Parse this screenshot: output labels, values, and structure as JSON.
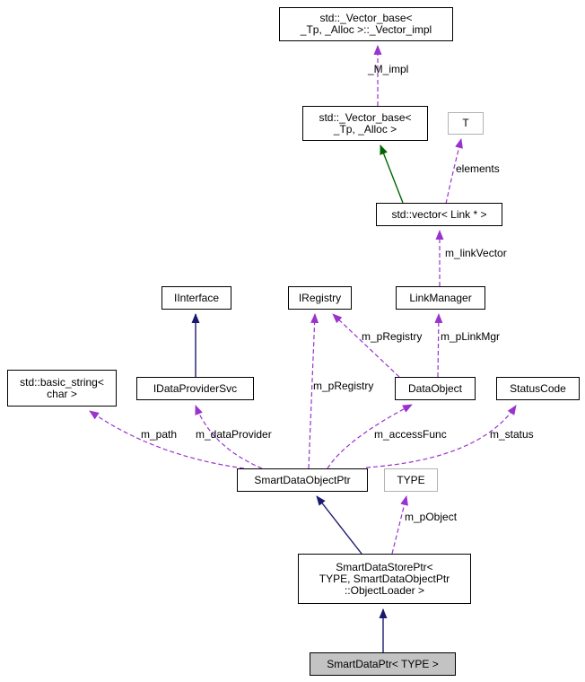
{
  "diagram": {
    "nodes": {
      "vector_impl": {
        "label": "std::_Vector_base<\n_Tp, _Alloc >::_Vector_impl"
      },
      "vector_base": {
        "label": "std::_Vector_base<\n_Tp, _Alloc >"
      },
      "t": {
        "label": "T"
      },
      "vector_link": {
        "label": "std::vector< Link * >"
      },
      "iinterface": {
        "label": "IInterface"
      },
      "iregistry": {
        "label": "IRegistry"
      },
      "linkmanager": {
        "label": "LinkManager"
      },
      "basic_string": {
        "label": "std::basic_string<\nchar >"
      },
      "idataprovidersvc": {
        "label": "IDataProviderSvc"
      },
      "dataobject": {
        "label": "DataObject"
      },
      "statuscode": {
        "label": "StatusCode"
      },
      "smartdataobjectptr": {
        "label": "SmartDataObjectPtr"
      },
      "type": {
        "label": "TYPE"
      },
      "smartdatastoreptr": {
        "label": "SmartDataStorePtr<\nTYPE, SmartDataObjectPtr\n::ObjectLoader >"
      },
      "smartdataptr": {
        "label": "SmartDataPtr< TYPE >"
      }
    },
    "edge_labels": {
      "m_M_impl": "_M_impl",
      "elements": "elements",
      "m_linkVector": "m_linkVector",
      "m_pRegistry_dataobject": "m_pRegistry",
      "m_pLinkMgr": "m_pLinkMgr",
      "m_pRegistry_smart": "m_pRegistry",
      "m_path": "m_path",
      "m_dataProvider": "m_dataProvider",
      "m_accessFunc": "m_accessFunc",
      "m_status": "m_status",
      "m_pObject": "m_pObject"
    },
    "colors": {
      "inheritance_public": "#191970",
      "inheritance_protected": "#006400",
      "usage": "#9a32cd",
      "node_border": "#000000",
      "template_node_border": "#b2b2b2",
      "focus_node_fill": "#c3c3c3"
    }
  }
}
